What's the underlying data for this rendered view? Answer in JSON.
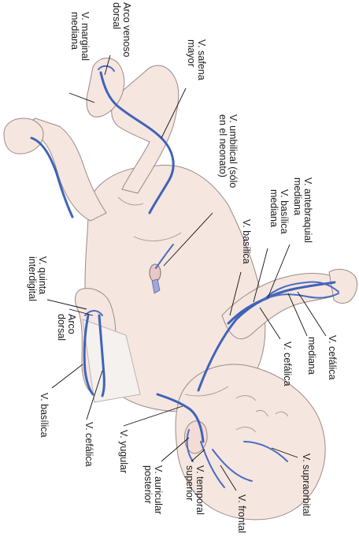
{
  "labels": {
    "arco_venoso_dorsal": [
      "Arco venoso",
      "dorsal"
    ],
    "v_marginal_mediana": [
      "V. marginal",
      "mediana"
    ],
    "v_safena_mayor": [
      "V. safena",
      "mayor"
    ],
    "v_umbilical": [
      "V. umbilical (sólo",
      "en el neonato)"
    ],
    "v_antebraquial_mediana": [
      "V. antebraquial",
      "mediana"
    ],
    "v_basilica_mediana": [
      "V. basílica",
      "mediana"
    ],
    "v_basilica_upper": [
      "V. basílica"
    ],
    "v_cefalica_top": [
      "V. cefálica"
    ],
    "mediana": [
      "mediana"
    ],
    "v_cefalica_mid": [
      "V. cefálica"
    ],
    "v_quinta_interdigital": [
      "V. quinta",
      "interdigital"
    ],
    "arco_dorsal": [
      "Arco",
      "dorsal"
    ],
    "v_basilica_lower": [
      "V. basílica"
    ],
    "v_cefalica_lower": [
      "V. cefálica"
    ],
    "v_yugular": [
      "V. yugular"
    ],
    "v_auricular_posterior": [
      "V. auricular",
      "posterior"
    ],
    "v_temporal_superior": [
      "V. temporal",
      "superior"
    ],
    "v_frontal": [
      "V. frontal"
    ],
    "v_supraorbital": [
      "V. supraorbital"
    ]
  },
  "colors": {
    "skin": "#f6e6e0",
    "vein": "#3f63b8",
    "text": "#1a1a1a"
  }
}
